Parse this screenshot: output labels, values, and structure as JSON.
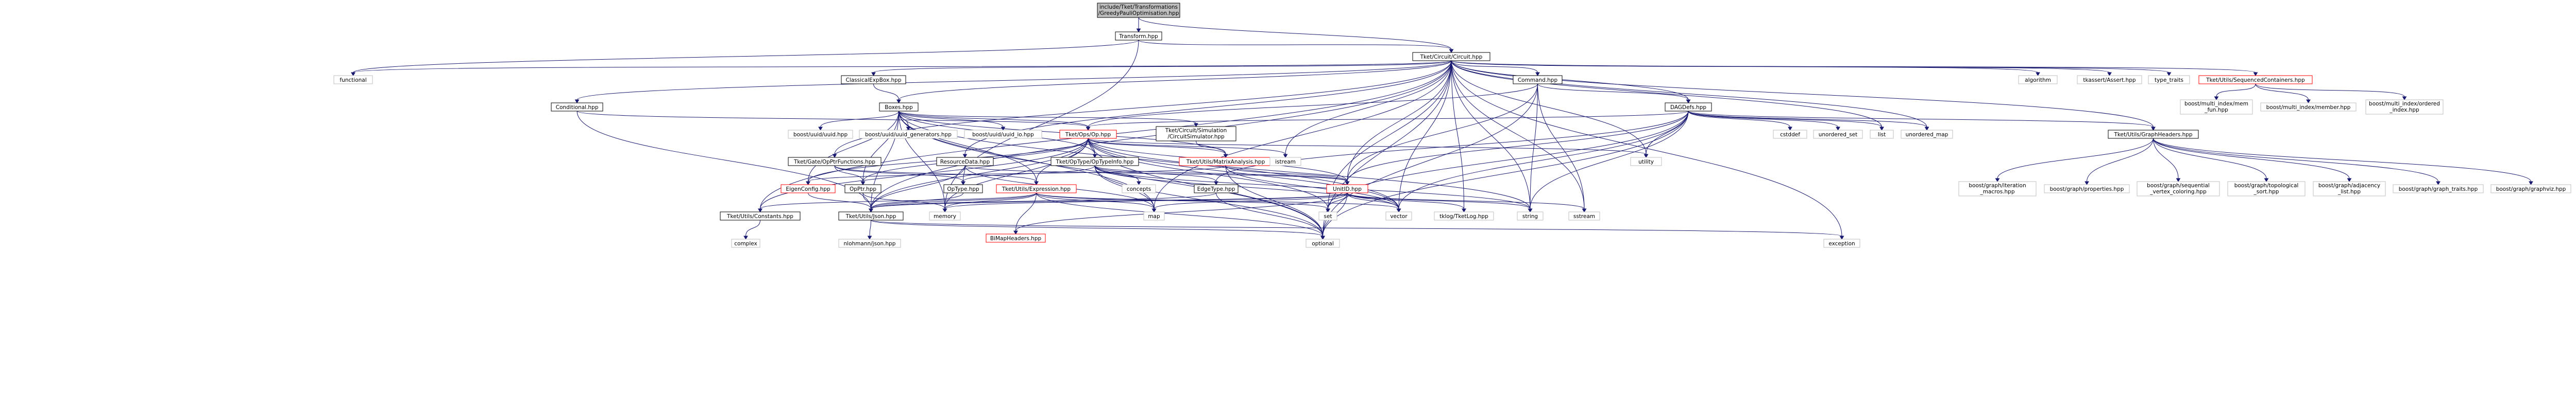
{
  "colors": {
    "background": "#ffffff",
    "edge": "#191970",
    "root_fill": "#bfbfbf",
    "node_border": "#000000",
    "gray_border": "#bfbfbf",
    "red_border": "#ff0000"
  },
  "nodes": [
    {
      "id": "root",
      "label": "include/Tket/Transformations\n/GreedyPauliOptimisation.hpp",
      "style": "root"
    },
    {
      "id": "transform",
      "label": "Transform.hpp",
      "style": "normal"
    },
    {
      "id": "circuit",
      "label": "Tket/Circuit/Circuit.hpp",
      "style": "normal"
    },
    {
      "id": "functional",
      "label": "functional",
      "style": "gray"
    },
    {
      "id": "classicalexp",
      "label": "ClassicalExpBox.hpp",
      "style": "normal"
    },
    {
      "id": "command",
      "label": "Command.hpp",
      "style": "normal"
    },
    {
      "id": "conditional",
      "label": "Conditional.hpp",
      "style": "normal"
    },
    {
      "id": "boxes",
      "label": "Boxes.hpp",
      "style": "normal"
    },
    {
      "id": "dagdefs",
      "label": "DAGDefs.hpp",
      "style": "normal"
    },
    {
      "id": "algorithm",
      "label": "algorithm",
      "style": "gray"
    },
    {
      "id": "tkassert",
      "label": "tkassert/Assert.hpp",
      "style": "gray"
    },
    {
      "id": "typetraits",
      "label": "type_traits",
      "style": "gray"
    },
    {
      "id": "seqcontainers",
      "label": "Tket/Utils/SequencedContainers.hpp",
      "style": "red"
    },
    {
      "id": "mi_mem_fun",
      "label": "boost/multi_index/mem\n_fun.hpp",
      "style": "gray"
    },
    {
      "id": "mi_member",
      "label": "boost/multi_index/member.hpp",
      "style": "gray"
    },
    {
      "id": "mi_ordered",
      "label": "boost/multi_index/ordered\n_index.hpp",
      "style": "gray"
    },
    {
      "id": "opsop",
      "label": "Tket/Ops/Op.hpp",
      "style": "red"
    },
    {
      "id": "circsim",
      "label": "Tket/Circuit/Simulation\n/CircuitSimulator.hpp",
      "style": "normal"
    },
    {
      "id": "uuid",
      "label": "boost/uuid/uuid.hpp",
      "style": "gray"
    },
    {
      "id": "uuid_gen",
      "label": "boost/uuid/uuid_generators.hpp",
      "style": "gray"
    },
    {
      "id": "uuid_io",
      "label": "boost/uuid/uuid_io.hpp",
      "style": "gray"
    },
    {
      "id": "cstddef",
      "label": "cstddef",
      "style": "gray"
    },
    {
      "id": "unordered_set",
      "label": "unordered_set",
      "style": "gray"
    },
    {
      "id": "list",
      "label": "list",
      "style": "gray"
    },
    {
      "id": "unordered_map",
      "label": "unordered_map",
      "style": "gray"
    },
    {
      "id": "graphheaders",
      "label": "Tket/Utils/GraphHeaders.hpp",
      "style": "normal"
    },
    {
      "id": "g_iter",
      "label": "boost/graph/iteration\n_macros.hpp",
      "style": "gray"
    },
    {
      "id": "g_props",
      "label": "boost/graph/properties.hpp",
      "style": "gray"
    },
    {
      "id": "g_seqvc",
      "label": "boost/graph/sequential\n_vertex_coloring.hpp",
      "style": "gray"
    },
    {
      "id": "g_topo",
      "label": "boost/graph/topological\n_sort.hpp",
      "style": "gray"
    },
    {
      "id": "g_adj",
      "label": "boost/graph/adjacency\n_list.hpp",
      "style": "gray"
    },
    {
      "id": "g_traits",
      "label": "boost/graph/graph_traits.hpp",
      "style": "gray"
    },
    {
      "id": "g_viz",
      "label": "boost/graph/graphviz.hpp",
      "style": "gray"
    },
    {
      "id": "gateopptr",
      "label": "Tket/Gate/OpPtrFunctions.hpp",
      "style": "normal"
    },
    {
      "id": "resourcedata",
      "label": "ResourceData.hpp",
      "style": "normal"
    },
    {
      "id": "optypeinfo",
      "label": "Tket/OpType/OpTypeInfo.hpp",
      "style": "normal"
    },
    {
      "id": "matrixanalysis",
      "label": "Tket/Utils/MatrixAnalysis.hpp",
      "style": "red"
    },
    {
      "id": "istream",
      "label": "istream",
      "style": "gray"
    },
    {
      "id": "utility",
      "label": "utility",
      "style": "gray"
    },
    {
      "id": "eigenconfig",
      "label": "EigenConfig.hpp",
      "style": "red"
    },
    {
      "id": "opptr",
      "label": "OpPtr.hpp",
      "style": "normal"
    },
    {
      "id": "optype",
      "label": "OpType.hpp",
      "style": "normal"
    },
    {
      "id": "expression",
      "label": "Tket/Utils/Expression.hpp",
      "style": "red"
    },
    {
      "id": "concepts",
      "label": "concepts",
      "style": "gray"
    },
    {
      "id": "edgetype",
      "label": "EdgeType.hpp",
      "style": "normal"
    },
    {
      "id": "unitid",
      "label": "UnitID.hpp",
      "style": "red"
    },
    {
      "id": "constants",
      "label": "Tket/Utils/Constants.hpp",
      "style": "normal"
    },
    {
      "id": "json",
      "label": "Tket/Utils/Json.hpp",
      "style": "normal"
    },
    {
      "id": "memory",
      "label": "memory",
      "style": "gray"
    },
    {
      "id": "bimap",
      "label": "BiMapHeaders.hpp",
      "style": "red"
    },
    {
      "id": "map",
      "label": "map",
      "style": "gray"
    },
    {
      "id": "set",
      "label": "set",
      "style": "gray"
    },
    {
      "id": "vector",
      "label": "vector",
      "style": "gray"
    },
    {
      "id": "tklog",
      "label": "tklog/TketLog.hpp",
      "style": "gray"
    },
    {
      "id": "string",
      "label": "string",
      "style": "gray"
    },
    {
      "id": "sstream",
      "label": "sstream",
      "style": "gray"
    },
    {
      "id": "complex",
      "label": "complex",
      "style": "gray"
    },
    {
      "id": "nlohmann",
      "label": "nlohmann/json.hpp",
      "style": "gray"
    },
    {
      "id": "optional",
      "label": "optional",
      "style": "gray"
    },
    {
      "id": "exception",
      "label": "exception",
      "style": "gray"
    }
  ],
  "edges": [
    [
      "root",
      "transform"
    ],
    [
      "root",
      "circuit"
    ],
    [
      "transform",
      "circuit"
    ],
    [
      "transform",
      "functional"
    ],
    [
      "transform",
      "memory"
    ],
    [
      "circuit",
      "functional"
    ],
    [
      "circuit",
      "classicalexp"
    ],
    [
      "circuit",
      "command"
    ],
    [
      "circuit",
      "conditional"
    ],
    [
      "circuit",
      "boxes"
    ],
    [
      "circuit",
      "dagdefs"
    ],
    [
      "circuit",
      "algorithm"
    ],
    [
      "circuit",
      "tkassert"
    ],
    [
      "circuit",
      "typetraits"
    ],
    [
      "circuit",
      "seqcontainers"
    ],
    [
      "circuit",
      "graphheaders"
    ],
    [
      "circuit",
      "gateopptr"
    ],
    [
      "circuit",
      "resourcedata"
    ],
    [
      "circuit",
      "unitid"
    ],
    [
      "circuit",
      "constants"
    ],
    [
      "circuit",
      "json"
    ],
    [
      "circuit",
      "list"
    ],
    [
      "circuit",
      "unordered_map"
    ],
    [
      "circuit",
      "utility"
    ],
    [
      "circuit",
      "istream"
    ],
    [
      "circuit",
      "string"
    ],
    [
      "circuit",
      "sstream"
    ],
    [
      "circuit",
      "vector"
    ],
    [
      "circuit",
      "tklog"
    ],
    [
      "circuit",
      "optional"
    ],
    [
      "circuit",
      "exception"
    ],
    [
      "circuit",
      "map"
    ],
    [
      "circuit",
      "set"
    ],
    [
      "seqcontainers",
      "mi_mem_fun"
    ],
    [
      "seqcontainers",
      "mi_member"
    ],
    [
      "seqcontainers",
      "mi_ordered"
    ],
    [
      "classicalexp",
      "boxes"
    ],
    [
      "command",
      "dagdefs"
    ],
    [
      "command",
      "opsop"
    ],
    [
      "command",
      "unitid"
    ],
    [
      "command",
      "sstream"
    ],
    [
      "command",
      "string"
    ],
    [
      "command",
      "optional"
    ],
    [
      "conditional",
      "opsop"
    ],
    [
      "conditional",
      "json"
    ],
    [
      "boxes",
      "opsop"
    ],
    [
      "boxes",
      "circsim"
    ],
    [
      "boxes",
      "uuid"
    ],
    [
      "boxes",
      "uuid_gen"
    ],
    [
      "boxes",
      "uuid_io"
    ],
    [
      "boxes",
      "optypeinfo"
    ],
    [
      "boxes",
      "matrixanalysis"
    ],
    [
      "boxes",
      "eigenconfig"
    ],
    [
      "boxes",
      "opptr"
    ],
    [
      "boxes",
      "expression"
    ],
    [
      "boxes",
      "json"
    ],
    [
      "boxes",
      "map"
    ],
    [
      "boxes",
      "vector"
    ],
    [
      "boxes",
      "optional"
    ],
    [
      "boxes",
      "memory"
    ],
    [
      "dagdefs",
      "opsop"
    ],
    [
      "dagdefs",
      "graphheaders"
    ],
    [
      "dagdefs",
      "cstddef"
    ],
    [
      "dagdefs",
      "unordered_set"
    ],
    [
      "dagdefs",
      "list"
    ],
    [
      "dagdefs",
      "unordered_map"
    ],
    [
      "dagdefs",
      "utility"
    ],
    [
      "dagdefs",
      "edgetype"
    ],
    [
      "dagdefs",
      "unitid"
    ],
    [
      "dagdefs",
      "string"
    ],
    [
      "dagdefs",
      "set"
    ],
    [
      "dagdefs",
      "vector"
    ],
    [
      "dagdefs",
      "optional"
    ],
    [
      "circsim",
      "matrixanalysis"
    ],
    [
      "graphheaders",
      "g_iter"
    ],
    [
      "graphheaders",
      "g_props"
    ],
    [
      "graphheaders",
      "g_seqvc"
    ],
    [
      "graphheaders",
      "g_topo"
    ],
    [
      "graphheaders",
      "g_adj"
    ],
    [
      "graphheaders",
      "g_traits"
    ],
    [
      "graphheaders",
      "g_viz"
    ],
    [
      "opsop",
      "eigenconfig"
    ],
    [
      "opsop",
      "opptr"
    ],
    [
      "opsop",
      "optypeinfo"
    ],
    [
      "opsop",
      "matrixanalysis"
    ],
    [
      "opsop",
      "expression"
    ],
    [
      "opsop",
      "unitid"
    ],
    [
      "opsop",
      "constants"
    ],
    [
      "opsop",
      "json"
    ],
    [
      "opsop",
      "istream"
    ],
    [
      "opsop",
      "utility"
    ],
    [
      "opsop",
      "string"
    ],
    [
      "opsop",
      "vector"
    ],
    [
      "opsop",
      "optional"
    ],
    [
      "opsop",
      "set"
    ],
    [
      "opsop",
      "memory"
    ],
    [
      "gateopptr",
      "opptr"
    ],
    [
      "gateopptr",
      "optype"
    ],
    [
      "gateopptr",
      "expression"
    ],
    [
      "resourcedata",
      "optype"
    ],
    [
      "resourcedata",
      "unitid"
    ],
    [
      "resourcedata",
      "json"
    ],
    [
      "resourcedata",
      "map"
    ],
    [
      "optypeinfo",
      "optype"
    ],
    [
      "optypeinfo",
      "edgetype"
    ],
    [
      "optypeinfo",
      "concepts"
    ],
    [
      "optypeinfo",
      "unitid"
    ],
    [
      "optypeinfo",
      "map"
    ],
    [
      "optypeinfo",
      "string"
    ],
    [
      "optypeinfo",
      "vector"
    ],
    [
      "optypeinfo",
      "optional"
    ],
    [
      "matrixanalysis",
      "eigenconfig"
    ],
    [
      "matrixanalysis",
      "unitid"
    ],
    [
      "matrixanalysis",
      "vector"
    ],
    [
      "matrixanalysis",
      "optional"
    ],
    [
      "optype",
      "json"
    ],
    [
      "opptr",
      "json"
    ],
    [
      "opptr",
      "memory"
    ],
    [
      "eigenconfig",
      "json"
    ],
    [
      "expression",
      "constants"
    ],
    [
      "expression",
      "json"
    ],
    [
      "expression",
      "bimap"
    ],
    [
      "expression",
      "set"
    ],
    [
      "expression",
      "map"
    ],
    [
      "expression",
      "vector"
    ],
    [
      "expression",
      "optional"
    ],
    [
      "expression",
      "memory"
    ],
    [
      "edgetype",
      "json"
    ],
    [
      "edgetype",
      "optional"
    ],
    [
      "unitid",
      "json"
    ],
    [
      "unitid",
      "bimap"
    ],
    [
      "unitid",
      "map"
    ],
    [
      "unitid",
      "set"
    ],
    [
      "unitid",
      "vector"
    ],
    [
      "unitid",
      "tklog"
    ],
    [
      "unitid",
      "string"
    ],
    [
      "unitid",
      "sstream"
    ],
    [
      "unitid",
      "optional"
    ],
    [
      "unitid",
      "memory"
    ],
    [
      "constants",
      "complex"
    ],
    [
      "json",
      "nlohmann"
    ],
    [
      "json",
      "optional"
    ],
    [
      "json",
      "exception"
    ]
  ]
}
